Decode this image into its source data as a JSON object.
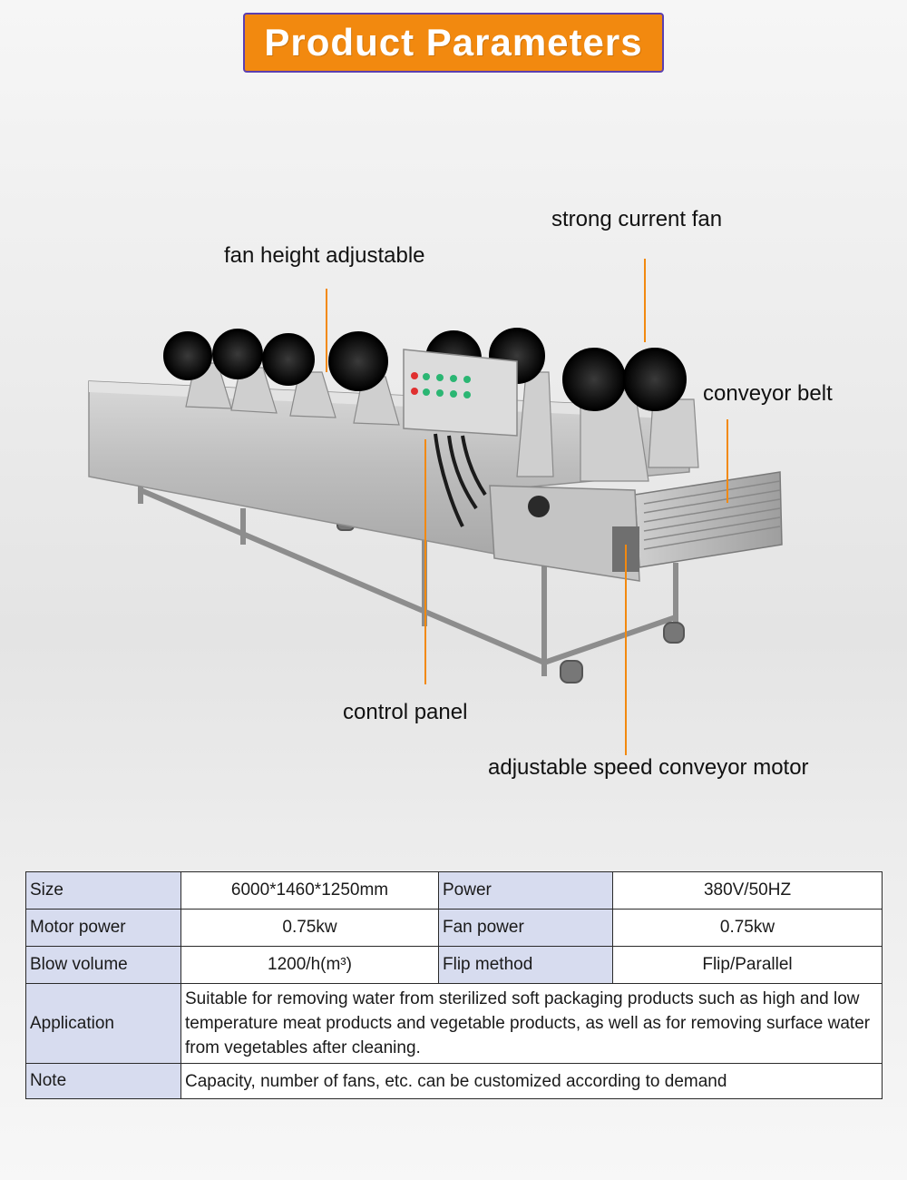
{
  "banner": {
    "title": "Product Parameters"
  },
  "callouts": {
    "fan_height": "fan height adjustable",
    "strong_fan": "strong current fan",
    "conveyor_belt": "conveyor belt",
    "control_panel": "control panel",
    "conveyor_motor": "adjustable speed conveyor motor"
  },
  "colors": {
    "accent": "#f2890f",
    "banner_border": "#5b3fb0",
    "label_cell": "#d7dcef"
  },
  "specs": {
    "size_label": "Size",
    "size_value": "6000*1460*1250mm",
    "power_label": "Power",
    "power_value": "380V/50HZ",
    "motor_power_label": "Motor power",
    "motor_power_value": "0.75kw",
    "fan_power_label": "Fan power",
    "fan_power_value": "0.75kw",
    "blow_volume_label": "Blow volume",
    "blow_volume_value": "1200/h(m³)",
    "flip_method_label": "Flip method",
    "flip_method_value": "Flip/Parallel",
    "application_label": "Application",
    "application_value": "Suitable for removing water from sterilized soft packaging products such as high and low temperature meat products and vegetable products, as well as for removing surface water from vegetables after cleaning.",
    "note_label": "Note",
    "note_value": "Capacity, number of fans, etc. can be customized according to demand"
  }
}
